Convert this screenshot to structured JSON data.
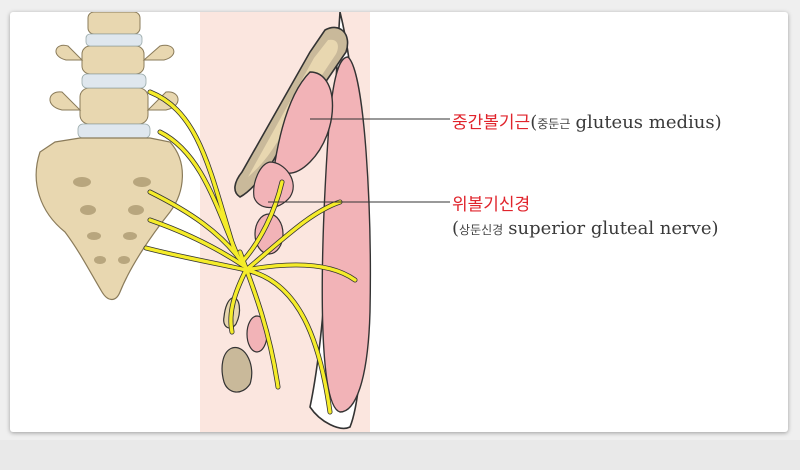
{
  "labels": {
    "gluteus_medius": {
      "korean": "중간볼기근",
      "open_paren": "(",
      "korean_alt": "중둔근",
      "latin": "gluteus medius",
      "close_paren": ")"
    },
    "superior_gluteal_nerve": {
      "korean": "위볼기신경",
      "open_paren": "(",
      "korean_alt": "상둔신경",
      "latin": "superior gluteal nerve",
      "close_paren": ")"
    }
  },
  "colors": {
    "nerve": "#f5ec2a",
    "muscle": "#f2b3b7",
    "bone": "#e8d7b0",
    "band": "#fbe6df",
    "label_red": "#e0242c"
  }
}
